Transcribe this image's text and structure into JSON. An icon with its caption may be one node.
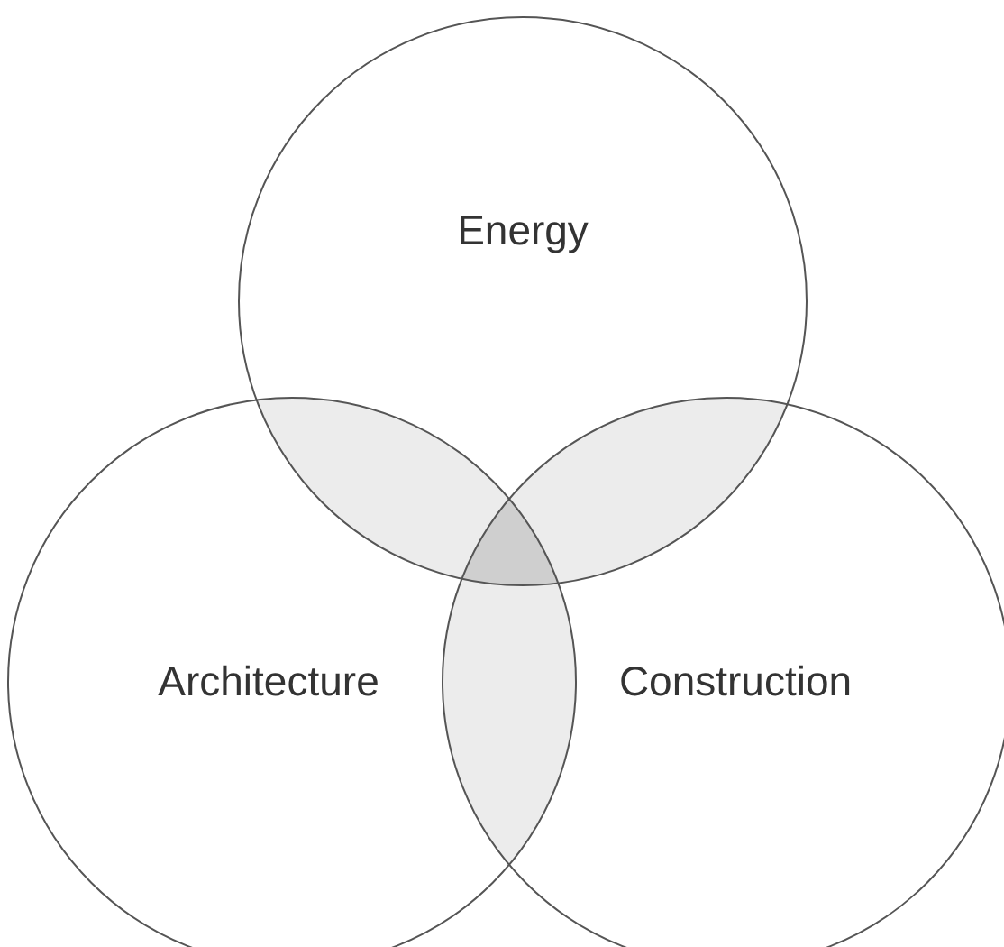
{
  "diagram": {
    "nodes": [
      {
        "text": [
          "Energy"
        ]
      },
      {
        "text": [
          "Architecture"
        ]
      },
      {
        "text": [
          "Construction"
        ]
      }
    ]
  }
}
